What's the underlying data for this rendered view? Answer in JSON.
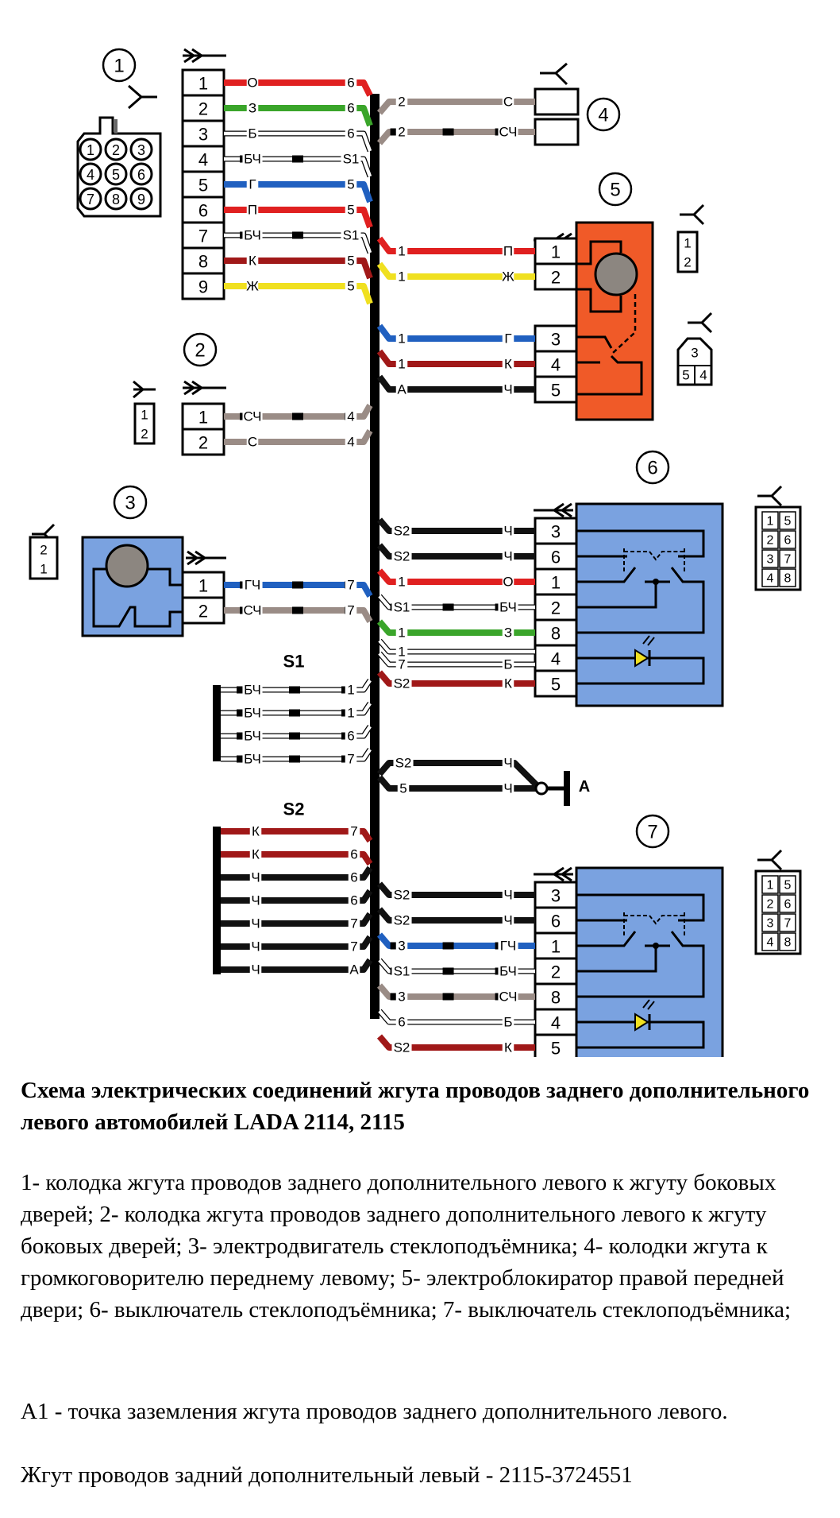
{
  "title": "Схема электрических соединений жгута проводов заднего дополнительного левого автомобилей LADA 2114, 2115",
  "legend": "1- колодка жгута проводов заднего дополнительного левого к жгуту боковых дверей; 2- колодка жгута проводов заднего дополнительного левого к жгуту боковых дверей; 3- электродвигатель стеклоподъёмника; 4- колодки жгута к громкоговорителю переднему левому; 5- электроблокиратор правой передней двери; 6- выключатель стеклоподъёмника; 7- выключатель стеклоподъёмника;",
  "ground_note": "А1 - точка заземления жгута проводов заднего дополнительного левого.",
  "harness_part": "Жгут проводов задний дополнительный левый - 2115-3724551",
  "colors": {
    "О": "#e02020",
    "З": "#3aa52a",
    "Б": "#ffffff",
    "Г": "#2060c0",
    "П": "#e02020",
    "К": "#a01818",
    "Ж": "#f0e020",
    "С": "#9a8c86",
    "Ч": "#111111",
    "orange_body": "#f05a28",
    "blue_body": "#7aa2e0",
    "motor": "#8c8680",
    "led": "#f0e020"
  },
  "components": [
    {
      "id": "1",
      "label": "1",
      "pins": [
        "1",
        "2",
        "3",
        "4",
        "5",
        "6",
        "7",
        "8",
        "9"
      ],
      "face": [
        "1",
        "2",
        "3",
        "4",
        "5",
        "6",
        "7",
        "8",
        "9"
      ],
      "wires": [
        {
          "pin": "1",
          "color": "О",
          "dest": "6"
        },
        {
          "pin": "2",
          "color": "З",
          "dest": "6"
        },
        {
          "pin": "3",
          "color": "Б",
          "dest": "6"
        },
        {
          "pin": "4",
          "color": "БЧ",
          "dest": "S1"
        },
        {
          "pin": "5",
          "color": "Г",
          "dest": "5"
        },
        {
          "pin": "6",
          "color": "П",
          "dest": "5"
        },
        {
          "pin": "7",
          "color": "БЧ",
          "dest": "S1"
        },
        {
          "pin": "8",
          "color": "К",
          "dest": "5"
        },
        {
          "pin": "9",
          "color": "Ж",
          "dest": "5"
        }
      ]
    },
    {
      "id": "2",
      "label": "2",
      "pins": [
        "1",
        "2"
      ],
      "face": [
        "1",
        "2"
      ],
      "wires": [
        {
          "pin": "1",
          "color": "СЧ",
          "dest": "4"
        },
        {
          "pin": "2",
          "color": "С",
          "dest": "4"
        }
      ]
    },
    {
      "id": "3",
      "label": "3",
      "pins": [
        "1",
        "2"
      ],
      "face": [
        "2",
        "1"
      ],
      "wires": [
        {
          "pin": "1",
          "color": "ГЧ",
          "dest": "7"
        },
        {
          "pin": "2",
          "color": "СЧ",
          "dest": "7"
        }
      ]
    },
    {
      "id": "4",
      "label": "4",
      "wires": [
        {
          "src": "2",
          "color": "С"
        },
        {
          "src": "2",
          "color": "СЧ"
        }
      ]
    },
    {
      "id": "5",
      "label": "5",
      "pins": [
        "1",
        "2",
        "3",
        "4",
        "5"
      ],
      "face_a": [
        "1",
        "2"
      ],
      "face_b": [
        "3",
        "5",
        "4"
      ],
      "wires": [
        {
          "src": "1",
          "color": "П",
          "pin": "1"
        },
        {
          "src": "1",
          "color": "Ж",
          "pin": "2"
        },
        {
          "src": "1",
          "color": "Г",
          "pin": "3"
        },
        {
          "src": "1",
          "color": "К",
          "pin": "4"
        },
        {
          "src": "A",
          "color": "Ч",
          "pin": "5"
        }
      ]
    },
    {
      "id": "6",
      "label": "6",
      "pins": [
        "3",
        "6",
        "1",
        "2",
        "8",
        "4",
        "5"
      ],
      "face": [
        "1",
        "5",
        "2",
        "6",
        "3",
        "7",
        "4",
        "8"
      ],
      "wires": [
        {
          "src": "S2",
          "color": "Ч",
          "pin": "3"
        },
        {
          "src": "S2",
          "color": "Ч",
          "pin": "6"
        },
        {
          "src": "1",
          "color": "О",
          "pin": "1"
        },
        {
          "src": "S1",
          "color": "БЧ",
          "pin": "2"
        },
        {
          "src": "1",
          "color": "З",
          "pin": "8"
        },
        {
          "src": "1",
          "color": "",
          "pin": "4"
        },
        {
          "src": "7",
          "color": "Б",
          "pin": "4"
        },
        {
          "src": "S2",
          "color": "К",
          "pin": "5"
        }
      ]
    },
    {
      "id": "7",
      "label": "7",
      "pins": [
        "3",
        "6",
        "1",
        "2",
        "8",
        "4",
        "5"
      ],
      "face": [
        "1",
        "5",
        "2",
        "6",
        "3",
        "7",
        "4",
        "8"
      ],
      "wires": [
        {
          "src": "S2",
          "color": "Ч",
          "pin": "3"
        },
        {
          "src": "S2",
          "color": "Ч",
          "pin": "6"
        },
        {
          "src": "3",
          "color": "ГЧ",
          "pin": "1"
        },
        {
          "src": "S1",
          "color": "БЧ",
          "pin": "2"
        },
        {
          "src": "3",
          "color": "СЧ",
          "pin": "8"
        },
        {
          "src": "6",
          "color": "Б",
          "pin": "4"
        },
        {
          "src": "S2",
          "color": "К",
          "pin": "5"
        }
      ]
    }
  ],
  "splices": {
    "S1": {
      "label": "S1",
      "wires": [
        {
          "color": "БЧ",
          "dest": "1"
        },
        {
          "color": "БЧ",
          "dest": "1"
        },
        {
          "color": "БЧ",
          "dest": "6"
        },
        {
          "color": "БЧ",
          "dest": "7"
        }
      ]
    },
    "S2": {
      "label": "S2",
      "wires": [
        {
          "color": "К",
          "dest": "7"
        },
        {
          "color": "К",
          "dest": "6"
        },
        {
          "color": "Ч",
          "dest": "6"
        },
        {
          "color": "Ч",
          "dest": "6"
        },
        {
          "color": "Ч",
          "dest": "7"
        },
        {
          "color": "Ч",
          "dest": "7"
        },
        {
          "color": "Ч",
          "dest": "А"
        }
      ]
    }
  },
  "ground": {
    "label": "А",
    "wires": [
      {
        "src": "S2",
        "color": "Ч"
      },
      {
        "src": "5",
        "color": "Ч"
      }
    ]
  }
}
